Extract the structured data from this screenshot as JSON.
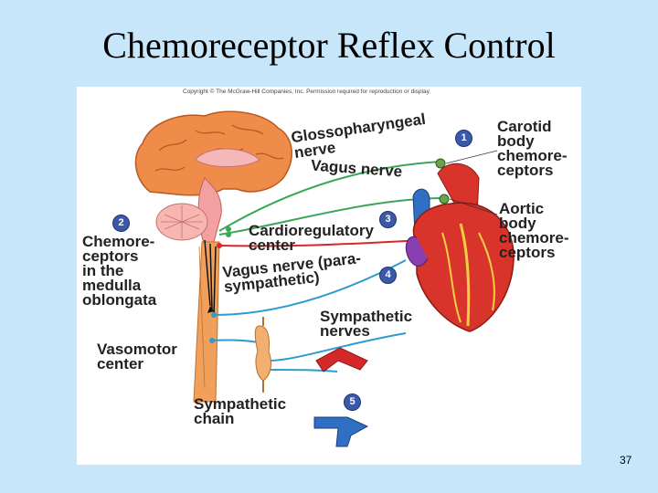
{
  "slide": {
    "title": "Chemoreceptor Reflex Control",
    "page_number": "37"
  },
  "figure": {
    "copyright": "Copyright © The McGraw-Hill Companies, Inc. Permission required for reproduction or display.",
    "labels": {
      "glosso_1": "Glossopharyngeal",
      "glosso_2": "nerve",
      "vagus_top": "Vagus nerve",
      "carotid": [
        "Carotid",
        "body",
        "chemore-",
        "ceptors"
      ],
      "aortic": [
        "Aortic",
        "body",
        "chemore-",
        "ceptors"
      ],
      "medulla": [
        "Chemore-",
        "ceptors",
        "in the",
        "medulla",
        "oblongata"
      ],
      "cardio": [
        "Cardioregulatory",
        "center"
      ],
      "vagus_para": [
        "Vagus nerve (para-",
        "sympathetic)"
      ],
      "sympathetic_nerves": [
        "Sympathetic",
        "nerves"
      ],
      "vasomotor": [
        "Vasomotor",
        "center"
      ],
      "chain": [
        "Sympathetic",
        "chain"
      ]
    },
    "badges": [
      "1",
      "2",
      "3",
      "4",
      "5"
    ]
  },
  "colors": {
    "background": "#c8e6fa",
    "green_nerve": "#3aa657",
    "blue_nerve": "#2d9bd0",
    "red_nerve": "#d62828",
    "badge": "#3a59a8",
    "brain": "#f08c4a",
    "heart": "#d9342b",
    "vein": "#2f6fc4"
  }
}
